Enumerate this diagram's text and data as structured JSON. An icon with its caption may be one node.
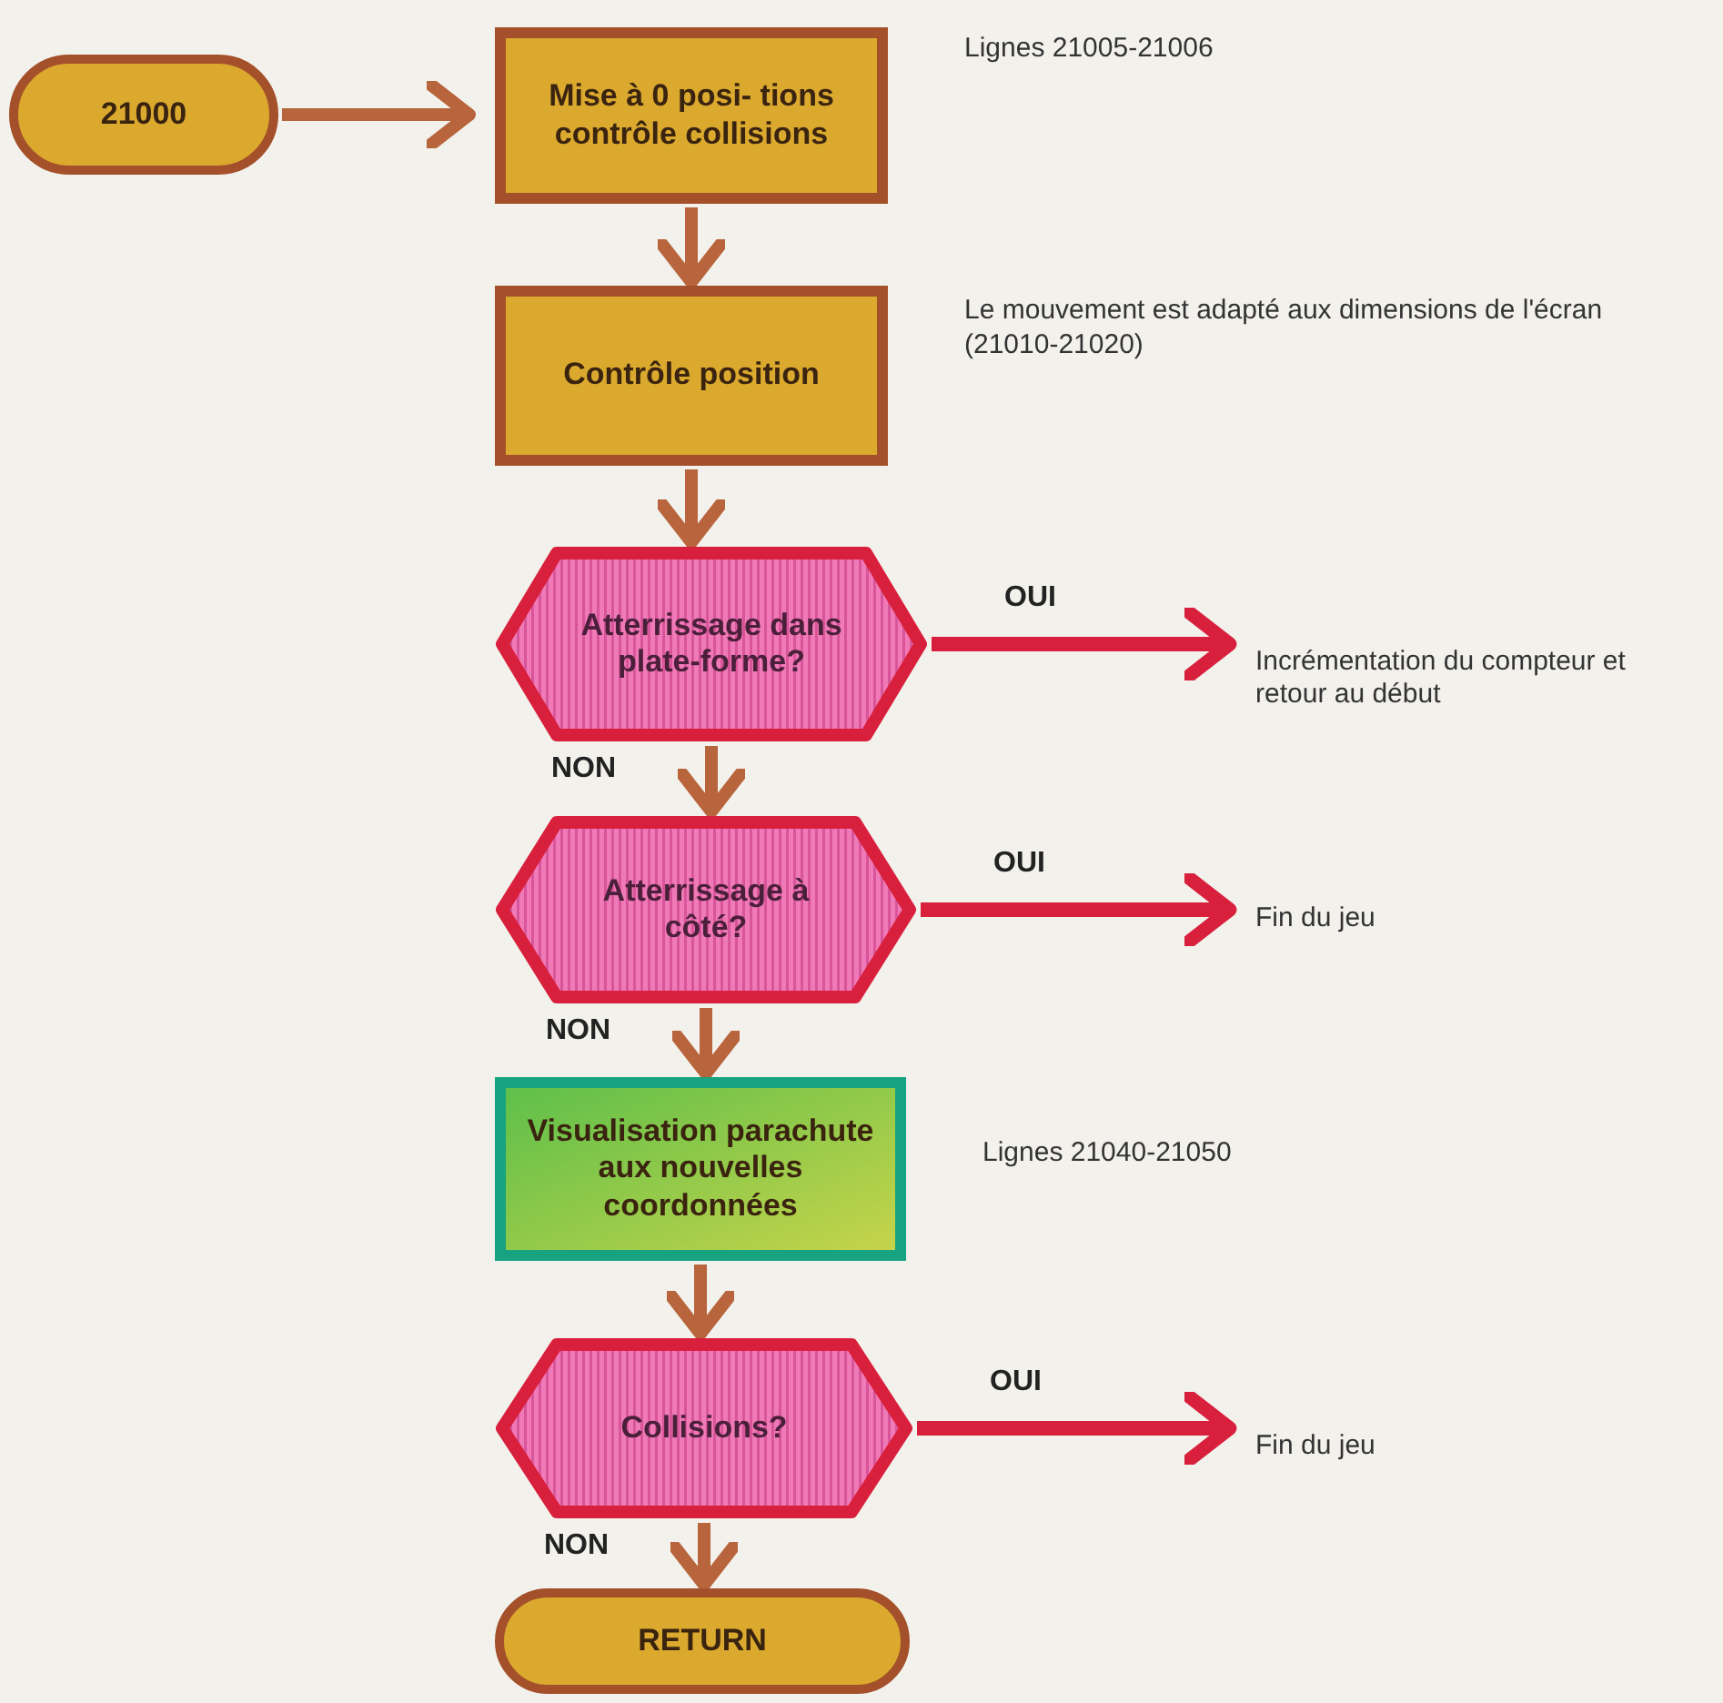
{
  "diagram": {
    "nodes": [
      {
        "text": [
          "21000"
        ]
      },
      {
        "text": [
          "Mise à 0 posi- tions contrôle collisions"
        ],
        "beside": [
          "Lignes 21005-21006"
        ]
      },
      {
        "text": [
          "Contrôle position"
        ],
        "beside": [
          "Le mouvement est adapté aux dimensions de l'écran (21010-21020)"
        ]
      },
      {
        "text": [
          "Atterrissage dans plate-forme?"
        ]
      },
      {
        "text": [
          "Incrémentation du compteur et retour au début"
        ]
      },
      {
        "text": [
          "Atterrissage à côté?"
        ]
      },
      {
        "text": [
          "Fin du jeu"
        ]
      },
      {
        "text": [
          "Visualisation parachute aux nouvelles coordonnées"
        ],
        "beside": [
          "Lignes 21040-21050"
        ]
      },
      {
        "text": [
          "Collisions?"
        ]
      },
      {
        "text": [
          "Fin du jeu"
        ]
      },
      {
        "text": [
          "RETURN"
        ]
      }
    ],
    "edges": [
      {
        "from": 0,
        "to": 1,
        "arrow": "to"
      },
      {
        "from": 1,
        "to": 2,
        "arrow": "to"
      },
      {
        "from": 2,
        "to": 3,
        "arrow": "to"
      },
      {
        "from": 3,
        "to": 4,
        "arrow": "to",
        "label": "OUI",
        "color": "#d8203c"
      },
      {
        "from": 3,
        "to": 5,
        "arrow": "to",
        "label": "NON"
      },
      {
        "from": 5,
        "to": 6,
        "arrow": "to",
        "label": "OUI",
        "color": "#d8203c"
      },
      {
        "from": 5,
        "to": 7,
        "arrow": "to",
        "label": "NON"
      },
      {
        "from": 7,
        "to": 8,
        "arrow": "to"
      },
      {
        "from": 8,
        "to": 9,
        "arrow": "to",
        "label": "OUI",
        "color": "#d8203c"
      },
      {
        "from": 8,
        "to": 10,
        "arrow": "to",
        "label": "NON"
      }
    ]
  }
}
